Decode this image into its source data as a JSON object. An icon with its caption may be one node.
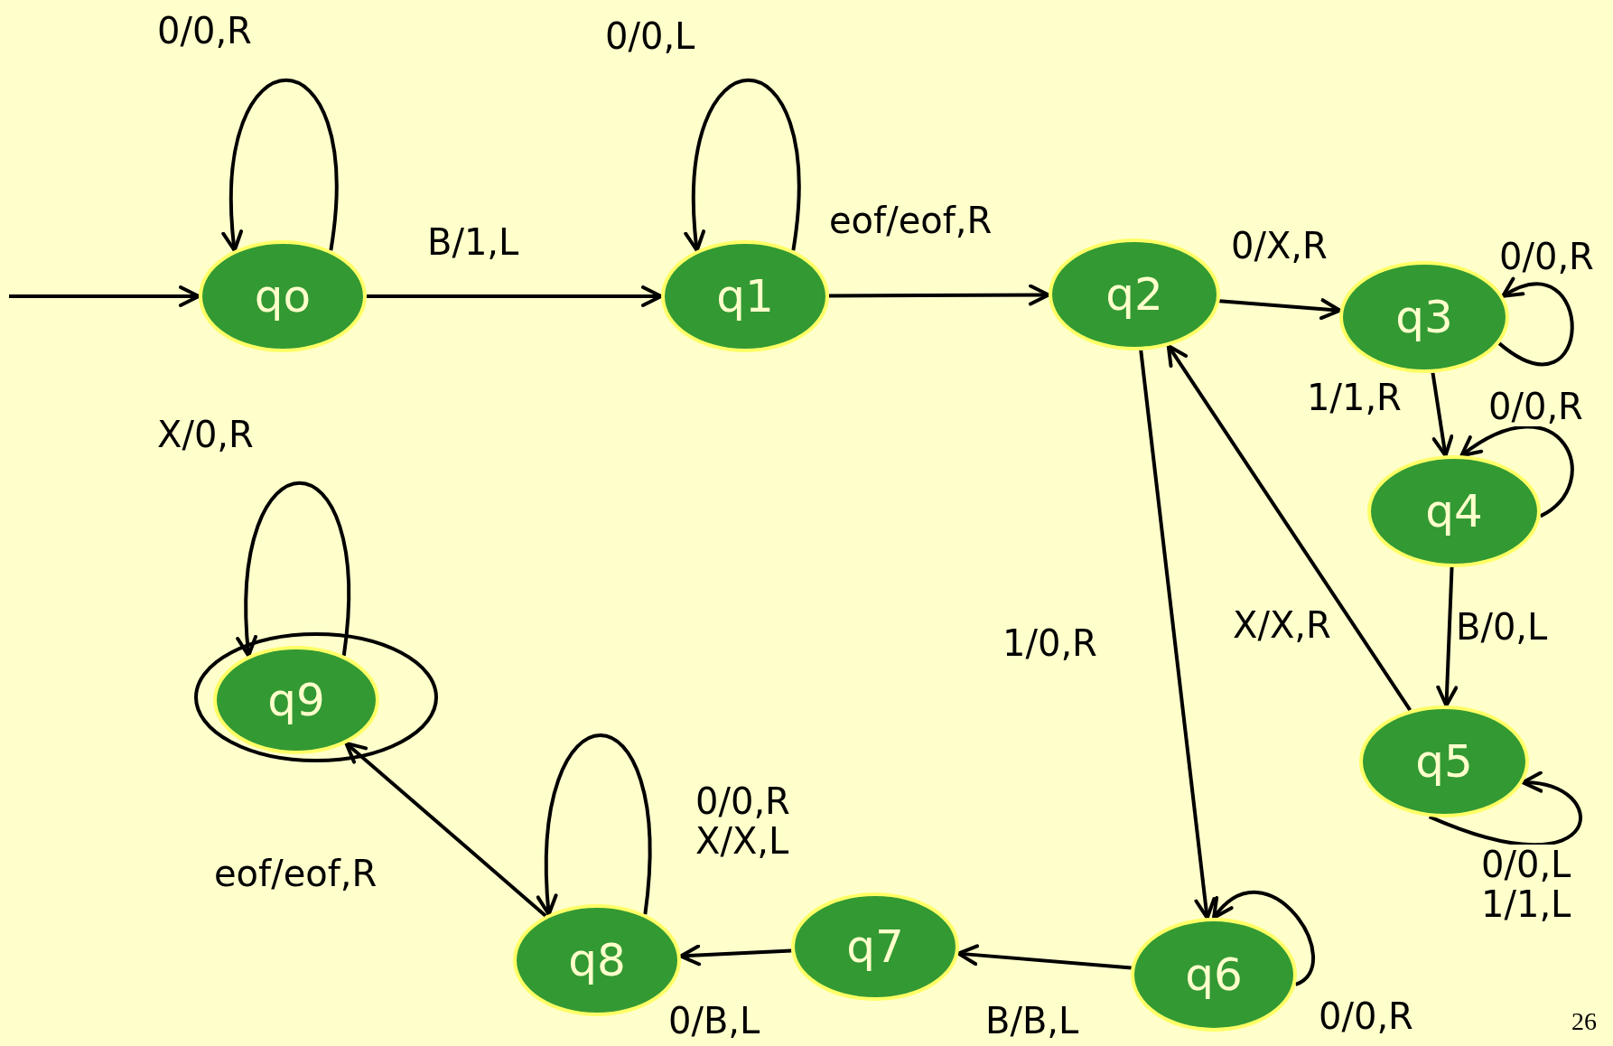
{
  "diagram": {
    "nodes": [
      {
        "text": [
          "qo"
        ]
      },
      {
        "text": [
          "q1"
        ]
      },
      {
        "text": [
          "q2"
        ]
      },
      {
        "text": [
          "q3"
        ]
      },
      {
        "text": [
          "q4"
        ]
      },
      {
        "text": [
          "q5"
        ]
      },
      {
        "text": [
          "q6"
        ]
      },
      {
        "text": [
          "q7"
        ]
      },
      {
        "text": [
          "q8"
        ]
      },
      {
        "text": [
          "q9"
        ]
      }
    ],
    "edges": [
      {
        "from": null,
        "to": 0,
        "arrow": "to"
      },
      {
        "from": 0,
        "to": 0,
        "arrow": "to",
        "label": "0/0,R"
      },
      {
        "from": 0,
        "to": 1,
        "arrow": "to",
        "label": "B/1,L"
      },
      {
        "from": 1,
        "to": 1,
        "arrow": "to",
        "label": "0/0,L"
      },
      {
        "from": 1,
        "to": 2,
        "arrow": "to",
        "label": "eof/eof,R"
      },
      {
        "from": 2,
        "to": 3,
        "arrow": "to",
        "label": "0/X,R"
      },
      {
        "from": 3,
        "to": 3,
        "arrow": "to",
        "label": "0/0,R"
      },
      {
        "from": 3,
        "to": 4,
        "arrow": "to",
        "label": "1/1,R"
      },
      {
        "from": 4,
        "to": 4,
        "arrow": "to",
        "label": "0/0,R"
      },
      {
        "from": 4,
        "to": 5,
        "arrow": "to",
        "label": "B/0,L"
      },
      {
        "from": 5,
        "to": 5,
        "arrow": "to",
        "label": "0/0,L 1/1,L"
      },
      {
        "from": 5,
        "to": 2,
        "arrow": "to",
        "label": "X/X,R"
      },
      {
        "from": 2,
        "to": 6,
        "arrow": "to",
        "label": "1/0,R"
      },
      {
        "from": 6,
        "to": 6,
        "arrow": "to",
        "label": "0/0,R"
      },
      {
        "from": 6,
        "to": 7,
        "arrow": "to",
        "label": "B/B,L"
      },
      {
        "from": 7,
        "to": 8,
        "arrow": "to",
        "label": "0/B,L"
      },
      {
        "from": 8,
        "to": 8,
        "arrow": "to",
        "label": "0/0,R X/X,L"
      },
      {
        "from": 8,
        "to": 9,
        "arrow": "to",
        "label": "eof/eof,R"
      },
      {
        "from": 9,
        "to": 9,
        "arrow": "to",
        "label": "X/0,R"
      }
    ],
    "labels": [
      "26"
    ]
  }
}
